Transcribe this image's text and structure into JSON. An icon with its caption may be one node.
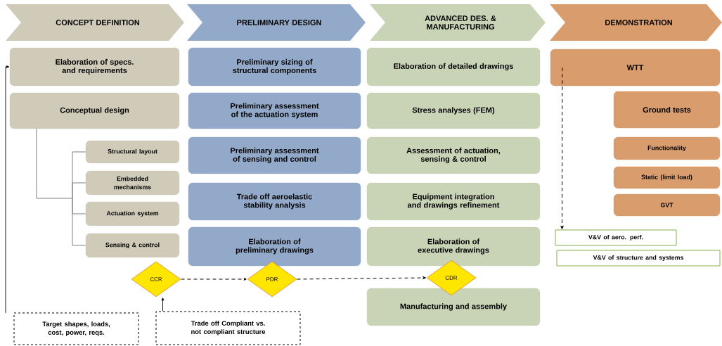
{
  "diagram": {
    "nodes": [
      {
        "text": [
          "CONCEPT DEFINITION"
        ]
      },
      {
        "text": [
          "PRELIMINARY DESIGN"
        ]
      },
      {
        "text": [
          "ADVANCED DES. & MANUFACTURING"
        ]
      },
      {
        "text": [
          "DEMONSTRATION"
        ]
      },
      {
        "text": [
          "Elaboration of specs. and requirements"
        ]
      },
      {
        "text": [
          "Conceptual design"
        ]
      },
      {
        "text": [
          "Structural layout"
        ]
      },
      {
        "text": [
          "Embedded mechanisms"
        ]
      },
      {
        "text": [
          "Actuation system"
        ]
      },
      {
        "text": [
          "Sensing & control"
        ]
      },
      {
        "text": [
          "Preliminary sizing of structural components"
        ]
      },
      {
        "text": [
          "Preliminary assessment of the actuation system"
        ]
      },
      {
        "text": [
          "Preliminary assessment of sensing and control"
        ]
      },
      {
        "text": [
          "Trade off aeroelastic stability analysis"
        ]
      },
      {
        "text": [
          "Elaboration of preliminary drawings"
        ]
      },
      {
        "text": [
          "Elaboration of detailed drawings"
        ]
      },
      {
        "text": [
          "Stress analyses (FEM)"
        ]
      },
      {
        "text": [
          "Assessment of actuation, sensing & control"
        ]
      },
      {
        "text": [
          "Equipment integration and drawings refinement"
        ]
      },
      {
        "text": [
          "Elaboration of executive drawings"
        ]
      },
      {
        "text": [
          "Manufacturing and assembly"
        ]
      },
      {
        "text": [
          "WTT"
        ]
      },
      {
        "text": [
          "Ground tests"
        ]
      },
      {
        "text": [
          "Functionality"
        ]
      },
      {
        "text": [
          "Static (limit load)"
        ]
      },
      {
        "text": [
          "GVT"
        ]
      },
      {
        "text": [
          "V&V of aero. perf."
        ]
      },
      {
        "text": [
          "V&V of structure and systems"
        ]
      },
      {
        "text": [
          "CCR"
        ]
      },
      {
        "text": [
          "PDR"
        ]
      },
      {
        "text": [
          "CDR"
        ]
      },
      {
        "text": [
          "Target shapes, loads, cost, power, reqs."
        ]
      },
      {
        "text": [
          "Trade off Compliant vs. not compliant structure"
        ]
      }
    ],
    "edges": [
      {
        "from": 28,
        "to": 29,
        "arrow": "to",
        "style": "dashed"
      },
      {
        "from": 29,
        "to": 30,
        "arrow": "to",
        "style": "dashed"
      },
      {
        "from": 31,
        "to": 4,
        "arrow": "to"
      },
      {
        "from": 32,
        "to": 28,
        "arrow": "to"
      },
      {
        "from": 5,
        "to": 6,
        "arrow": "none",
        "color": "#808080"
      },
      {
        "from": 5,
        "to": 7,
        "arrow": "none",
        "color": "#808080"
      },
      {
        "from": 5,
        "to": 8,
        "arrow": "none",
        "color": "#808080"
      },
      {
        "from": 5,
        "to": 9,
        "arrow": "none",
        "color": "#808080"
      },
      {
        "from": 21,
        "to": 26,
        "arrow": "to",
        "style": "dashed"
      }
    ]
  }
}
